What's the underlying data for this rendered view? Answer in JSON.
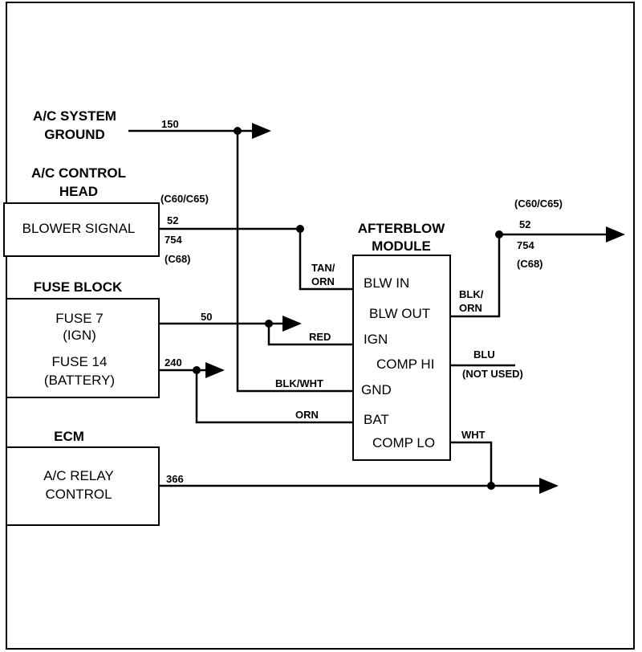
{
  "labels": {
    "ac_system_ground": [
      "A/C SYSTEM",
      "GROUND"
    ],
    "ac_control_head": [
      "A/C CONTROL",
      "HEAD"
    ],
    "fuse_block": "FUSE BLOCK",
    "ecm": "ECM",
    "afterblow_module": [
      "AFTERBLOW",
      "MODULE"
    ]
  },
  "boxes": {
    "blower_signal": "BLOWER SIGNAL",
    "fuse7": [
      "FUSE 7",
      "(IGN)"
    ],
    "fuse14": [
      "FUSE 14",
      "(BATTERY)"
    ],
    "ac_relay_control": [
      "A/C RELAY",
      "CONTROL"
    ]
  },
  "module_pins": [
    "BLW IN",
    "BLW OUT",
    "IGN",
    "COMP HI",
    "GND",
    "BAT",
    "COMP LO"
  ],
  "wires": {
    "w150": "150",
    "left_connector": "(C60/C65)",
    "left_52": "52",
    "left_754": "754",
    "left_c68": "(C68)",
    "tan_orn": [
      "TAN/",
      "ORN"
    ],
    "w50": "50",
    "red": "RED",
    "w240": "240",
    "blk_wht": "BLK/WHT",
    "orn": "ORN",
    "w366": "366",
    "right_connector": "(C60/C65)",
    "right_52": "52",
    "right_754": "754",
    "right_c68": "(C68)",
    "blk_orn": [
      "BLK/",
      "ORN"
    ],
    "blu": "BLU",
    "not_used": "(NOT USED)",
    "wht": "WHT"
  }
}
